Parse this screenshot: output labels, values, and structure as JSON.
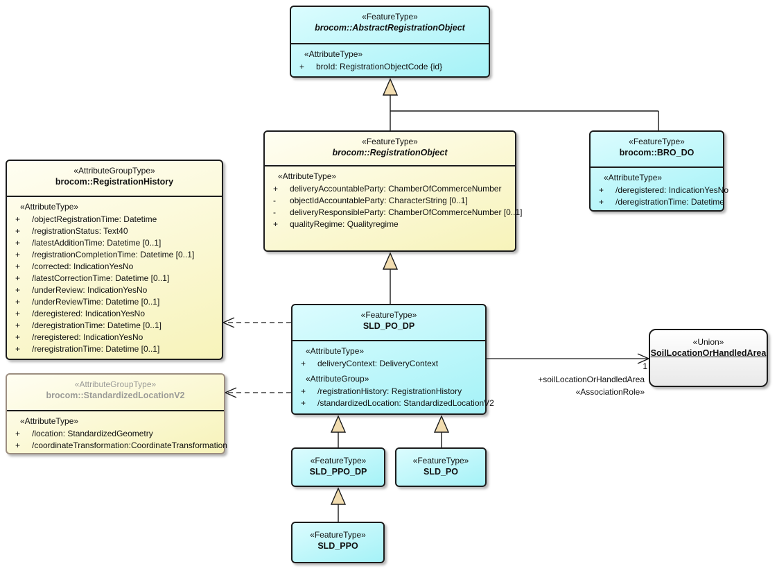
{
  "boxes": {
    "abstract": {
      "stereotype": "«FeatureType»",
      "name": "brocom::AbstractRegistrationObject",
      "attr_header": "«AttributeType»",
      "attrs": [
        {
          "vis": "+",
          "text": "broId: RegistrationObjectCode {id}"
        }
      ]
    },
    "registration_object": {
      "stereotype": "«FeatureType»",
      "name": "brocom::RegistrationObject",
      "attr_header": "«AttributeType»",
      "attrs": [
        {
          "vis": "+",
          "text": "deliveryAccountableParty: ChamberOfCommerceNumber"
        },
        {
          "vis": "-",
          "text": "objectIdAccountableParty: CharacterString [0..1]"
        },
        {
          "vis": "-",
          "text": "deliveryResponsibleParty: ChamberOfCommerceNumber [0..1]"
        },
        {
          "vis": "+",
          "text": "qualityRegime: Qualityregime"
        }
      ]
    },
    "bro_do": {
      "stereotype": "«FeatureType»",
      "name": "brocom::BRO_DO",
      "attr_header": "«AttributeType»",
      "attrs": [
        {
          "vis": "+",
          "text": "/deregistered: IndicationYesNo"
        },
        {
          "vis": "+",
          "text": "/deregistrationTime: Datetime"
        }
      ]
    },
    "registration_history": {
      "stereotype": "«AttributeGroupType»",
      "name": "brocom::RegistrationHistory",
      "attr_header": "«AttributeType»",
      "attrs": [
        {
          "vis": "+",
          "text": "/objectRegistrationTime: Datetime"
        },
        {
          "vis": "+",
          "text": "/registrationStatus: Text40"
        },
        {
          "vis": "+",
          "text": "/latestAdditionTime: Datetime [0..1]"
        },
        {
          "vis": "+",
          "text": "/registrationCompletionTime: Datetime [0..1]"
        },
        {
          "vis": "+",
          "text": "/corrected: IndicationYesNo"
        },
        {
          "vis": "+",
          "text": "/latestCorrectionTime: Datetime [0..1]"
        },
        {
          "vis": "+",
          "text": "/underReview: IndicationYesNo"
        },
        {
          "vis": "+",
          "text": "/underReviewTime: Datetime [0..1]"
        },
        {
          "vis": "+",
          "text": "/deregistered: IndicationYesNo"
        },
        {
          "vis": "+",
          "text": "/deregistrationTime: Datetime [0..1]"
        },
        {
          "vis": "+",
          "text": "/reregistered: IndicationYesNo"
        },
        {
          "vis": "+",
          "text": "/reregistrationTime: Datetime [0..1]"
        }
      ]
    },
    "standardized_location": {
      "stereotype": "«AttributeGroupType»",
      "name": "brocom::StandardizedLocationV2",
      "attr_header": "«AttributeType»",
      "attrs": [
        {
          "vis": "+",
          "text": "/location: StandardizedGeometry"
        },
        {
          "vis": "+",
          "text": "/coordinateTransformation:CoordinateTransformation"
        }
      ]
    },
    "sld_po_dp": {
      "stereotype": "«FeatureType»",
      "name": "SLD_PO_DP",
      "attr_header": "«AttributeType»",
      "attrs": [
        {
          "vis": "+",
          "text": "deliveryContext: DeliveryContext"
        }
      ],
      "group_header": "«AttributeGroup»",
      "group_attrs": [
        {
          "vis": "+",
          "text": "/registrationHistory: RegistrationHistory"
        },
        {
          "vis": "+",
          "text": "/standardizedLocation: StandardizedLocationV2"
        }
      ]
    },
    "union": {
      "stereotype": "«Union»",
      "name": "SoilLocationOrHandledArea"
    },
    "sld_ppo_dp": {
      "stereotype": "«FeatureType»",
      "name": "SLD_PPO_DP"
    },
    "sld_po": {
      "stereotype": "«FeatureType»",
      "name": "SLD_PO"
    },
    "sld_ppo": {
      "stereotype": "«FeatureType»",
      "name": "SLD_PPO"
    }
  },
  "association": {
    "multiplicity": "1",
    "role": "+soilLocationOrHandledArea",
    "stereotype": "«AssociationRole»"
  },
  "colors": {
    "cyan_fill": "#a5f2f7",
    "yellow_fill": "#f7f3ba",
    "triangle_fill": "#f2ddb0",
    "muted_text": "#9b9b97",
    "muted_border": "#9c8e80"
  }
}
